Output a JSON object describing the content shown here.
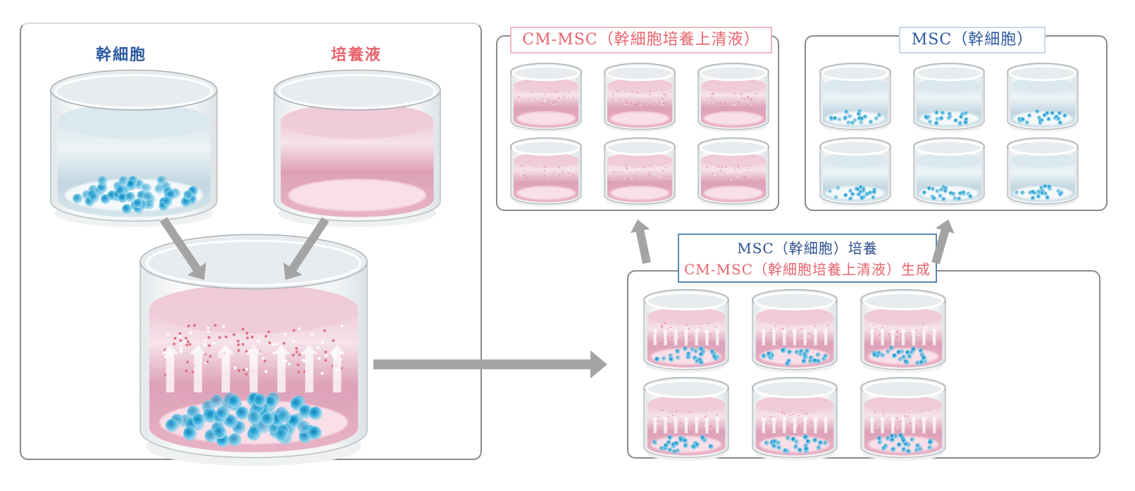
{
  "diagram": {
    "title": "Stem cell culture and conditioned medium production",
    "colors": {
      "stem_cell_blue": "#2c5aa0",
      "medium_pink": "#e8636c",
      "arrow_gray": "#a4a4a4",
      "panel_border": "#8a8a8a",
      "liquid_pink": "#e6a9c0",
      "liquid_blue": "#cfe0ea",
      "cell_cyan": "#2aa6d4"
    },
    "source_panel": {
      "stem_cell_label": "幹細胞",
      "medium_label": "培養液"
    },
    "process_panel": {
      "line1": "MSC（幹細胞）培養",
      "line2": "CM-MSC（幹細胞培養上清液）生成",
      "dish_count": 6
    },
    "cm_msc_panel": {
      "label": "CM-MSC（幹細胞培養上清液）",
      "dish_count": 6
    },
    "msc_panel": {
      "label": "MSC（幹細胞）",
      "dish_count": 6
    },
    "arrows": [
      {
        "name": "stem-cells-to-culture",
        "from": "幹細胞",
        "to": "culture dish"
      },
      {
        "name": "medium-to-culture",
        "from": "培養液",
        "to": "culture dish"
      },
      {
        "name": "culture-to-mass-culture",
        "from": "culture dish",
        "to": "MSC（幹細胞）培養"
      },
      {
        "name": "mass-culture-to-cm-msc",
        "from": "MSC（幹細胞）培養",
        "to": "CM-MSC（幹細胞培養上清液）"
      },
      {
        "name": "mass-culture-to-msc",
        "from": "MSC（幹細胞）培養",
        "to": "MSC（幹細胞）"
      }
    ]
  }
}
